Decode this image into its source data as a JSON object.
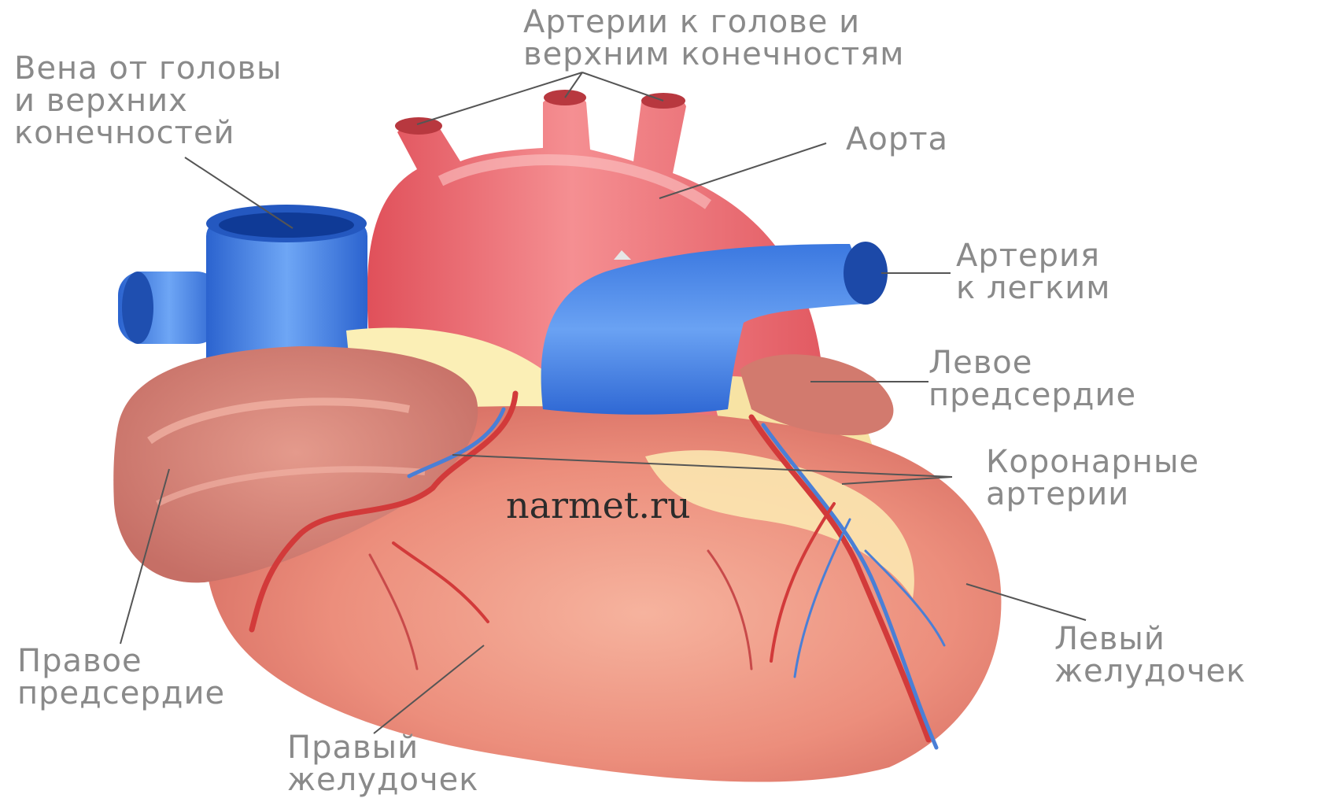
{
  "labels": {
    "arteries_head": "Артерии к голове и\nверхним конечностям",
    "vein_head": "Вена от головы\nи верхних\nконечностей",
    "aorta": "Аорта",
    "pulmonary_artery": "Артерия\nк легким",
    "left_atrium": "Левое\nпредсердие",
    "coronary_arteries": "Коронарные\nартерии",
    "right_atrium": "Правое\nпредсердие",
    "left_ventricle": "Левый\nжелудочек",
    "right_ventricle": "Правый\nжелудочек"
  },
  "watermark": "narmet.ru",
  "colors": {
    "label_text": "#8a8a8a",
    "leader_line": "#555555",
    "arterial_red": "#ee6a6e",
    "muscle": "#e88a78",
    "venous_blue": "#3b7fe6",
    "fat": "#fbefb6"
  }
}
